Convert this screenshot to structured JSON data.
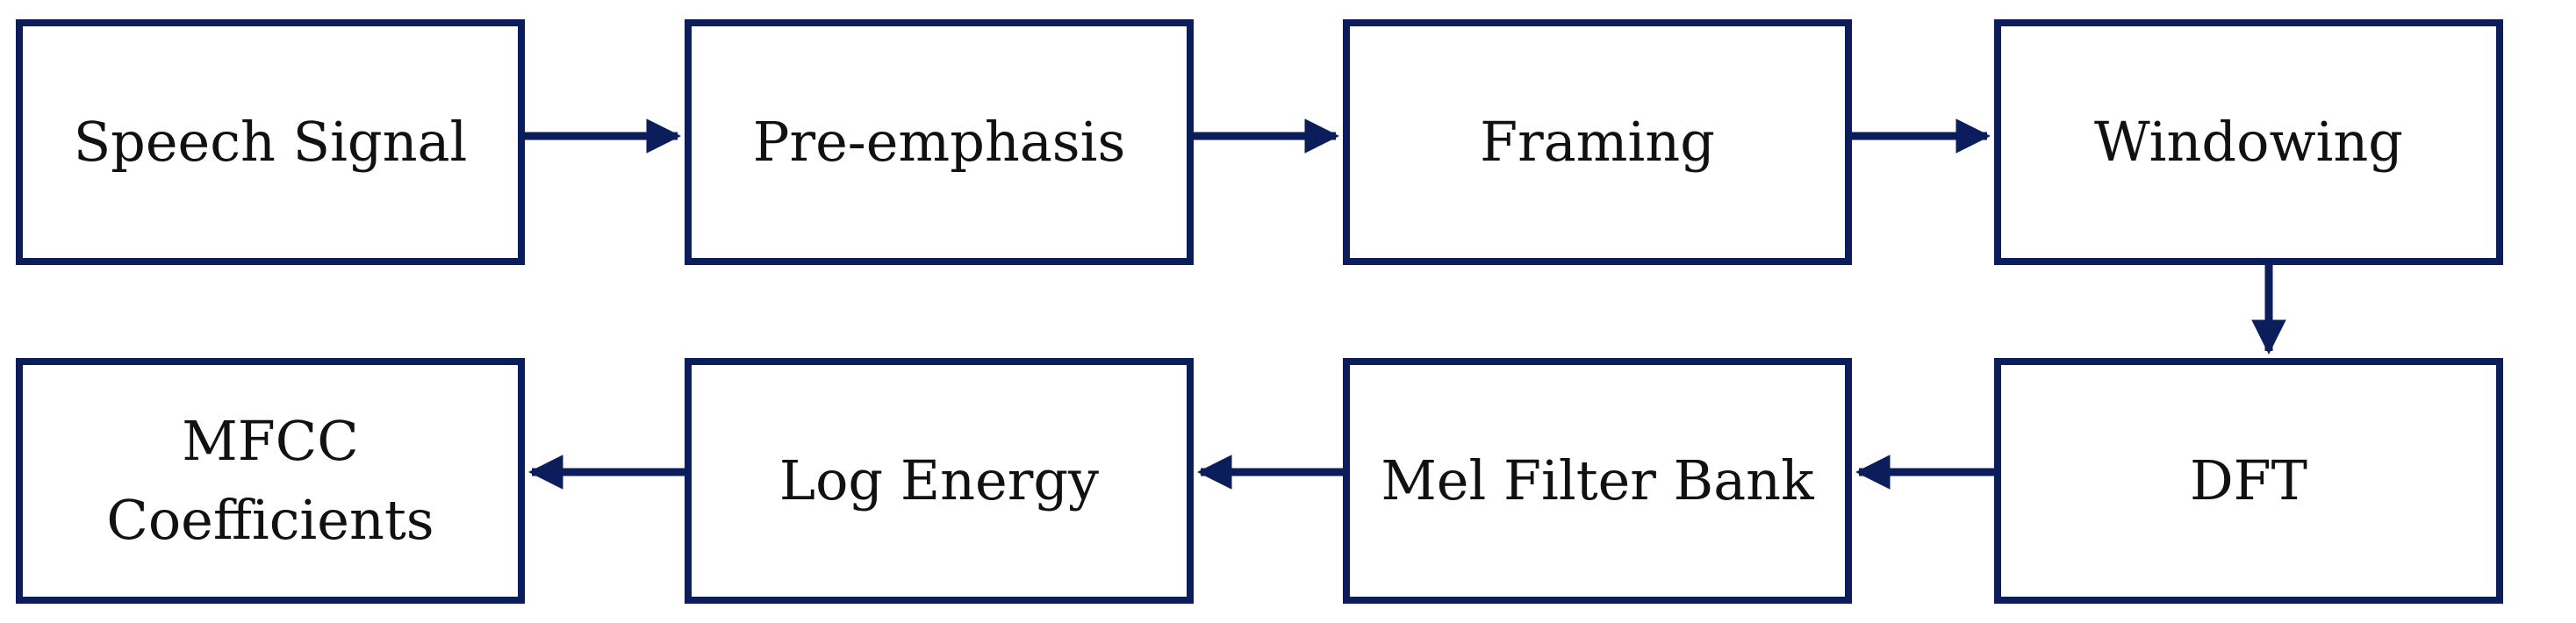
{
  "diagram": {
    "stroke_color": "#0b1e5b",
    "text_color": "#111111",
    "background": "#ffffff",
    "nodes": [
      {
        "id": "speech-signal",
        "lines": [
          "Speech Signal"
        ]
      },
      {
        "id": "pre-emphasis",
        "lines": [
          "Pre-emphasis"
        ]
      },
      {
        "id": "framing",
        "lines": [
          "Framing"
        ]
      },
      {
        "id": "windowing",
        "lines": [
          "Windowing"
        ]
      },
      {
        "id": "dft",
        "lines": [
          "DFT"
        ]
      },
      {
        "id": "mel-filter-bank",
        "lines": [
          "Mel Filter Bank"
        ]
      },
      {
        "id": "log-energy",
        "lines": [
          "Log Energy"
        ]
      },
      {
        "id": "mfcc-coefficients",
        "lines": [
          "MFCC",
          "Coefficients"
        ]
      }
    ],
    "edges": [
      {
        "from": "speech-signal",
        "to": "pre-emphasis",
        "direction": "right"
      },
      {
        "from": "pre-emphasis",
        "to": "framing",
        "direction": "right"
      },
      {
        "from": "framing",
        "to": "windowing",
        "direction": "right"
      },
      {
        "from": "windowing",
        "to": "dft",
        "direction": "down"
      },
      {
        "from": "dft",
        "to": "mel-filter-bank",
        "direction": "left"
      },
      {
        "from": "mel-filter-bank",
        "to": "log-energy",
        "direction": "left"
      },
      {
        "from": "log-energy",
        "to": "mfcc-coefficients",
        "direction": "left"
      }
    ]
  }
}
